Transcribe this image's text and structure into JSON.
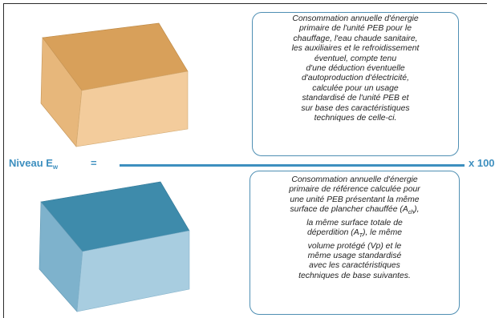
{
  "formula": {
    "label": "Niveau E",
    "label_subscript": "w",
    "equals": "=",
    "multiplier": "x 100"
  },
  "numerator": {
    "house_color": "#f3cc9c",
    "roof_color": "#d8a05a",
    "lines": [
      "Consommation annuelle d'énergie",
      "primaire de l'unité PEB pour le",
      "chauffage, l'eau chaude sanitaire,",
      "les auxiliaires et le refroidissement",
      "éventuel, compte tenu",
      "d'une déduction éventuelle",
      "d'autoproduction d'électricité,",
      "calculée pour un usage",
      "standardisé de l'unité PEB et",
      "sur base des caractéristiques",
      "techniques de celle-ci."
    ]
  },
  "denominator": {
    "house_color": "#a8cde0",
    "roof_color": "#3e8bab",
    "lines": [
      "Consommation annuelle d'énergie",
      "primaire de référence calculée pour",
      "une unité PEB présentant la même",
      "surface de plancher chauffée (A",
      "la même surface totale de",
      "déperdition (A",
      "volume protégé (Vp) et le",
      "même usage standardisé",
      "avec les caractéristiques",
      "techniques de base suivantes."
    ],
    "sub_ch": "ch",
    "sub_t": "T",
    "line4_tail": "),",
    "line6_tail": "), le même"
  }
}
